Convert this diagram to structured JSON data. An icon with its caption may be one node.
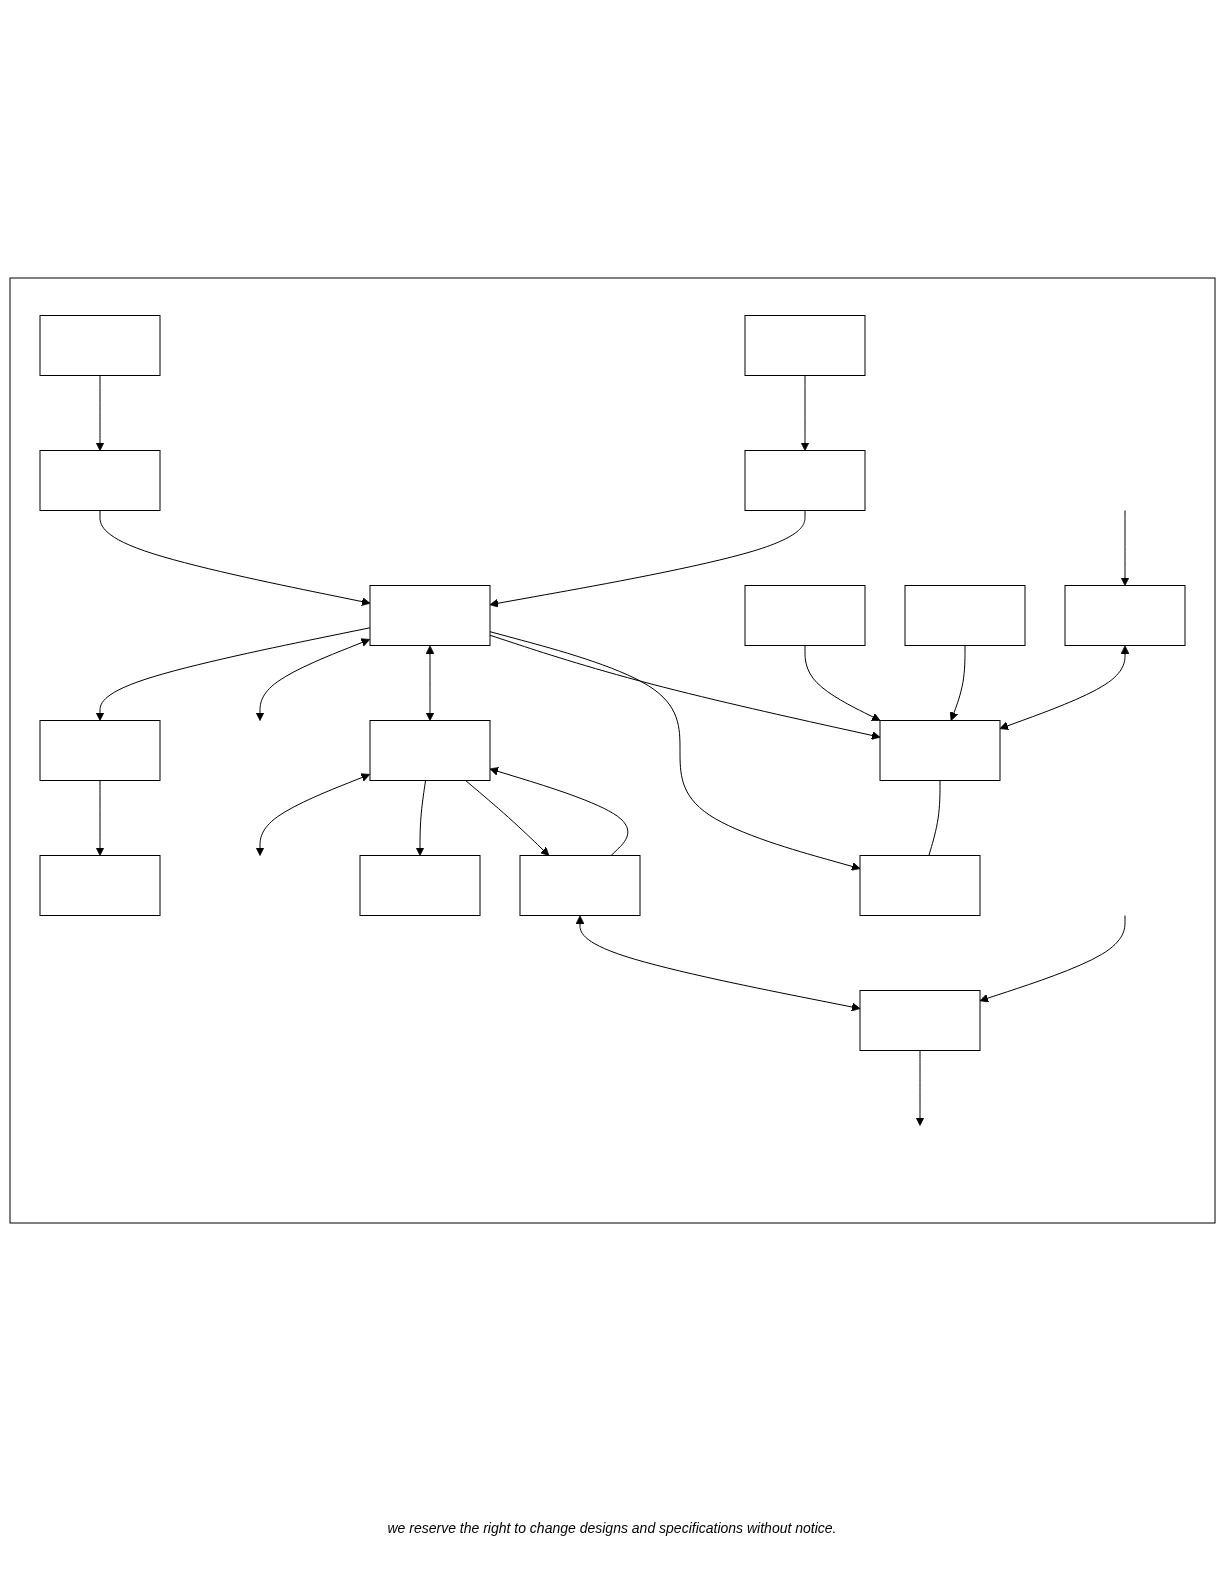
{
  "diagram": {
    "caption": "we reserve the right to change designs and specifications without notice.",
    "nodes": [
      {
        "text": [],
        "shape": "box"
      },
      {
        "text": [],
        "shape": "box",
        "in": 0
      },
      {
        "text": [],
        "shape": "box",
        "in": 0
      },
      {
        "text": [],
        "shape": "box",
        "in": 0
      },
      {
        "text": [],
        "shape": "box",
        "in": 0
      },
      {
        "text": [],
        "shape": "box",
        "in": 0
      },
      {
        "text": [],
        "shape": "box",
        "in": 0
      },
      {
        "text": [],
        "shape": "box",
        "in": 0
      },
      {
        "text": [],
        "shape": "box",
        "in": 0
      },
      {
        "text": [],
        "shape": "box",
        "in": 0
      },
      {
        "text": [],
        "shape": "box",
        "in": 0
      },
      {
        "text": [],
        "shape": "box",
        "in": 0
      },
      {
        "text": [],
        "shape": "box",
        "in": 0
      },
      {
        "text": [],
        "shape": "box",
        "in": 0
      },
      {
        "text": [],
        "shape": "box",
        "in": 0
      },
      {
        "text": [],
        "shape": "box",
        "in": 0
      },
      {
        "text": [],
        "shape": "box",
        "in": 0
      }
    ],
    "edges": [
      {
        "from": 2,
        "to": 1,
        "arrow": "to"
      },
      {
        "from": 3,
        "to": 2,
        "arrow": "to"
      },
      {
        "from": 3,
        "to": null,
        "arrow": "both"
      },
      {
        "from": 5,
        "to": 6,
        "arrow": "to"
      },
      {
        "from": 6,
        "to": 3,
        "arrow": "to"
      },
      {
        "from": 7,
        "to": 8,
        "arrow": "to"
      },
      {
        "from": 8,
        "to": 3,
        "arrow": "to"
      },
      {
        "from": 3,
        "to": 4,
        "arrow": "both"
      },
      {
        "from": 3,
        "to": 11,
        "arrow": "to"
      },
      {
        "from": 3,
        "to": 12,
        "arrow": "to"
      },
      {
        "from": 4,
        "to": null,
        "arrow": "both"
      },
      {
        "from": 4,
        "to": 9,
        "arrow": "to"
      },
      {
        "from": 13,
        "to": 4,
        "arrow": "to"
      },
      {
        "from": 4,
        "to": 13,
        "arrow": "to"
      },
      {
        "from": 10,
        "to": 11,
        "arrow": "to"
      },
      {
        "from": 11,
        "to": 12,
        "arrow": "none"
      },
      {
        "from": 13,
        "to": 15,
        "arrow": "both"
      },
      {
        "from": null,
        "to": 15,
        "arrow": "to"
      },
      {
        "from": 15,
        "to": null,
        "arrow": "to"
      },
      {
        "from": 14,
        "to": 11,
        "arrow": "to"
      },
      {
        "from": 16,
        "to": 11,
        "arrow": "both"
      },
      {
        "from": null,
        "to": 16,
        "arrow": "to"
      }
    ]
  }
}
